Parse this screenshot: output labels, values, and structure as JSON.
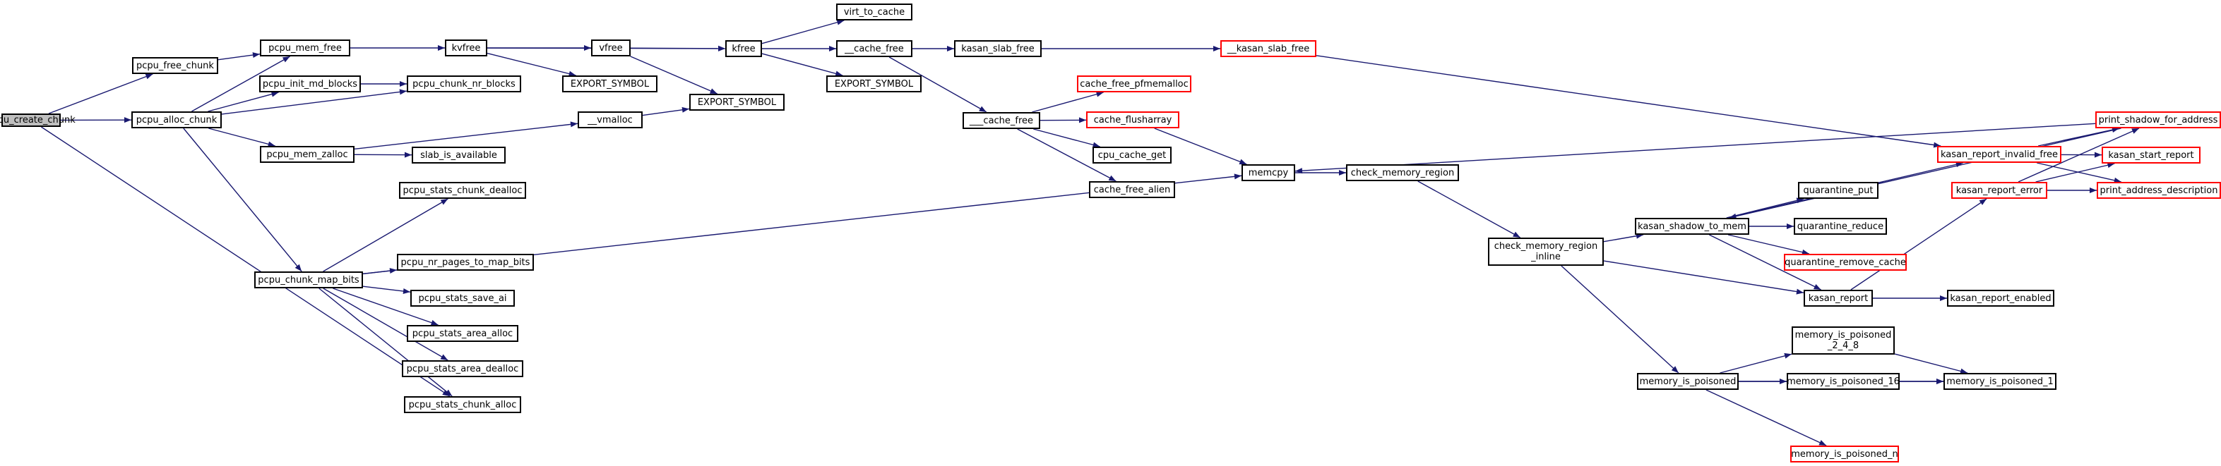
{
  "colors": {
    "edge": "#191970",
    "node_border": "#000000",
    "truncated_border": "#ff0000",
    "root_fill": "#bfbfbf"
  },
  "nodes": {
    "pcpu_create_chunk": "pcpu_create_chunk",
    "pcpu_free_chunk": "pcpu_free_chunk",
    "pcpu_alloc_chunk": "pcpu_alloc_chunk",
    "pcpu_mem_free": "pcpu_mem_free",
    "pcpu_init_md_blocks": "pcpu_init_md_blocks",
    "pcpu_chunk_nr_blocks": "pcpu_chunk_nr_blocks",
    "pcpu_mem_zalloc": "pcpu_mem_zalloc",
    "slab_is_available": "slab_is_available",
    "vmalloc": "__vmalloc",
    "kvfree": "kvfree",
    "vfree": "vfree",
    "export_symbol_1": "EXPORT_SYMBOL",
    "export_symbol_2": "EXPORT_SYMBOL",
    "export_symbol_3": "EXPORT_SYMBOL",
    "kfree": "kfree",
    "virt_to_cache": "virt_to_cache",
    "cache_free": "__cache_free",
    "kasan_slab_free": "kasan_slab_free",
    "kasan_slab_free_internal": "__kasan_slab_free",
    "cache_free_3": "___cache_free",
    "cache_free_pfmemalloc": "cache_free_pfmemalloc",
    "cache_flusharray": "cache_flusharray",
    "cpu_cache_get": "cpu_cache_get",
    "cache_free_alien": "cache_free_alien",
    "memcpy": "memcpy",
    "check_memory_region": "check_memory_region",
    "check_memory_region_inline": "check_memory_region\n_inline",
    "kasan_shadow_to_mem": "kasan_shadow_to_mem",
    "quarantine_put": "quarantine_put",
    "quarantine_reduce": "quarantine_reduce",
    "quarantine_remove_cache": "quarantine_remove_cache",
    "kasan_report": "kasan_report",
    "kasan_report_enabled": "kasan_report_enabled",
    "kasan_report_invalid_free": "kasan_report_invalid_free",
    "kasan_report_error": "kasan_report_error",
    "print_shadow_for_address": "print_shadow_for_address",
    "kasan_start_report": "kasan_start_report",
    "print_address_description": "print_address_description",
    "memory_is_poisoned": "memory_is_poisoned",
    "memory_is_poisoned_2_4_8": "memory_is_poisoned\n_2_4_8",
    "memory_is_poisoned_16": "memory_is_poisoned_16",
    "memory_is_poisoned_1": "memory_is_poisoned_1",
    "memory_is_poisoned_n": "memory_is_poisoned_n",
    "pcpu_chunk_map_bits": "pcpu_chunk_map_bits",
    "pcpu_stats_chunk_dealloc": "pcpu_stats_chunk_dealloc",
    "pcpu_nr_pages_to_map_bits": "pcpu_nr_pages_to_map_bits",
    "pcpu_stats_save_ai": "pcpu_stats_save_ai",
    "pcpu_stats_area_alloc": "pcpu_stats_area_alloc",
    "pcpu_stats_area_dealloc": "pcpu_stats_area_dealloc",
    "pcpu_stats_chunk_alloc": "pcpu_stats_chunk_alloc"
  }
}
